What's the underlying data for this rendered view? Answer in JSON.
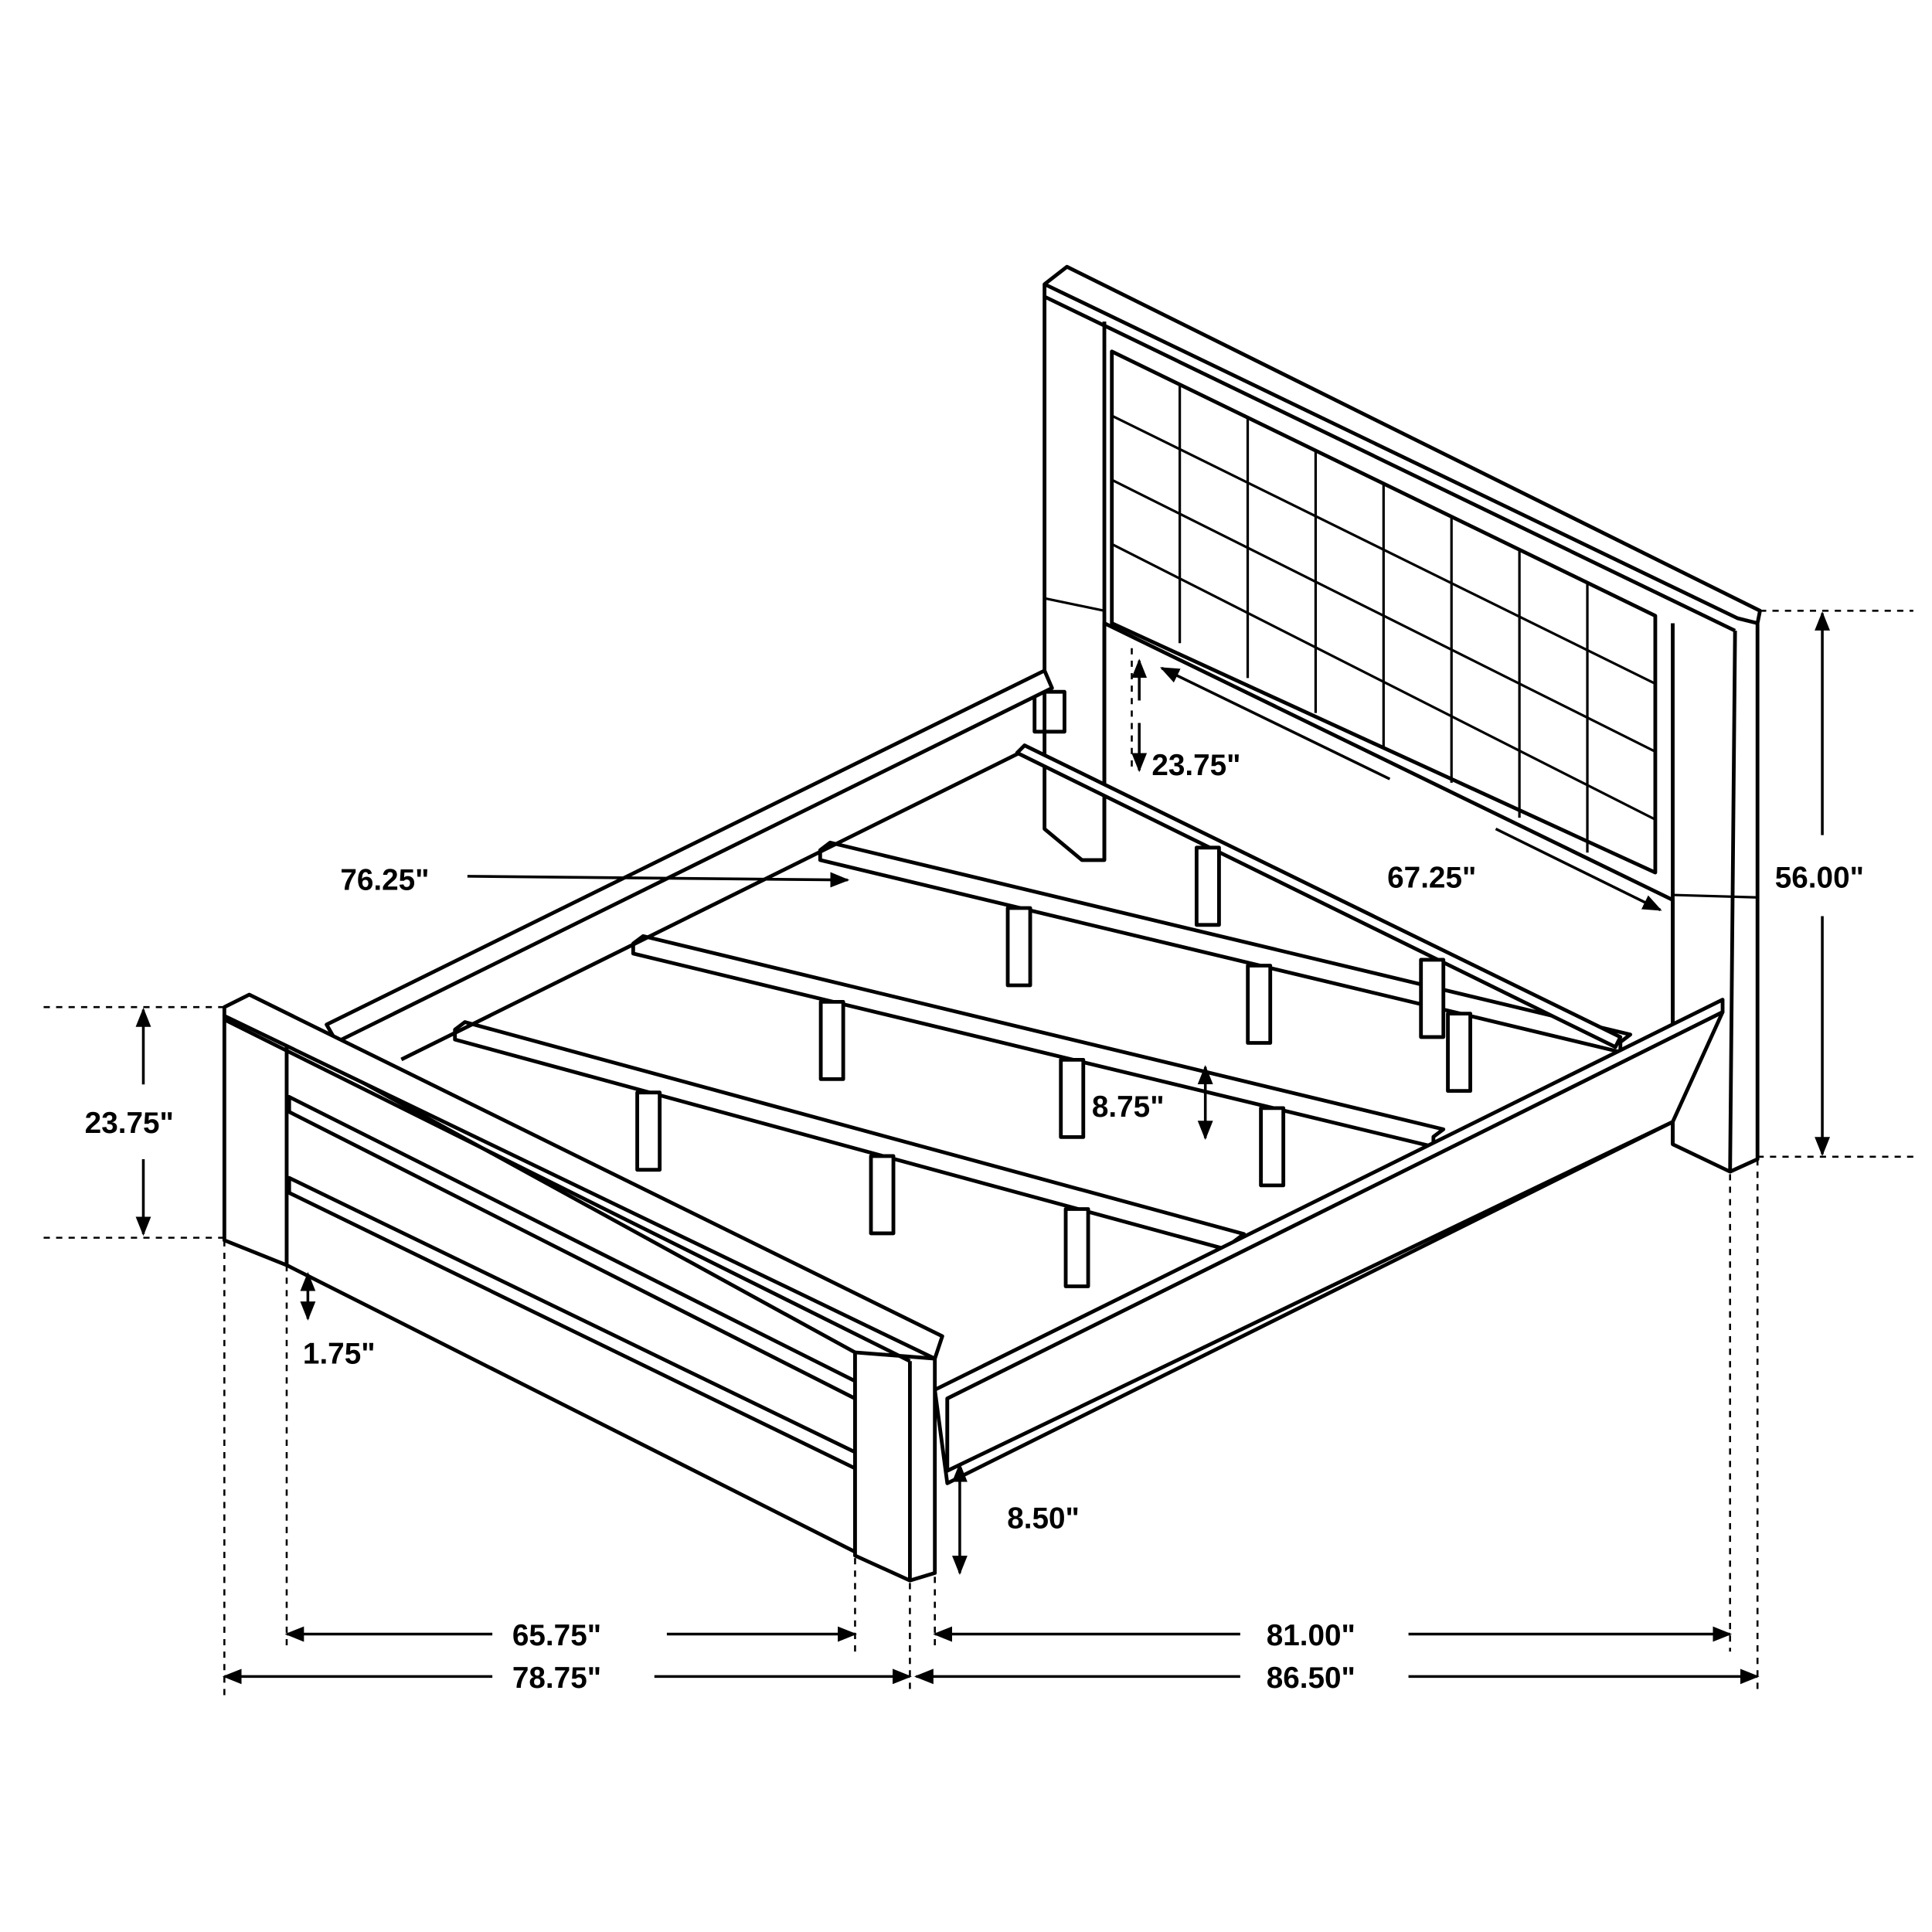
{
  "dimensions": {
    "headboard_clearance": "23.75\"",
    "side_rail_length": "76.25\"",
    "headboard_panel_width": "67.25\"",
    "headboard_height": "56.00\"",
    "footboard_height": "23.75\"",
    "support_leg_height": "8.75\"",
    "footboard_clearance": "1.75\"",
    "rail_clearance": "8.50\"",
    "inner_width": "65.75\"",
    "overall_width": "78.75\"",
    "inner_length": "81.00\"",
    "overall_length": "86.50\""
  },
  "colors": {
    "line": "#000000",
    "background": "#ffffff"
  }
}
